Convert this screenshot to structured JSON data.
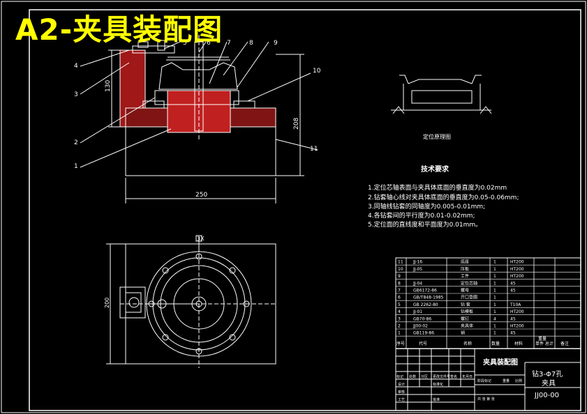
{
  "overlay_title": "A2-夹具装配图",
  "colors": {
    "background": "#000000",
    "line": "#ffffff",
    "hatch": "#ff3030",
    "overlay": "#ffff00"
  },
  "front_view": {
    "part_numbers": [
      "1",
      "2",
      "3",
      "4",
      "5",
      "6",
      "7",
      "8",
      "9",
      "10",
      "11"
    ],
    "dims": {
      "height_small": "130",
      "height_large": "208",
      "width": "250"
    }
  },
  "top_view": {
    "dims": {
      "height": "200"
    },
    "label": "3X"
  },
  "locating_diagram": {
    "caption": "定位原理图"
  },
  "tech_requirements": {
    "title": "技术要求",
    "items": [
      "1.定位芯轴表面与夹具体底面的垂直度为0.02mm",
      "2.钻套轴心线对夹具体底面的垂直度为0.05-0.06mm;",
      "3.同轴线钻套的同轴度为0.005-0.01mm;",
      "4.各钻套间的平行度为0.01-0.02mm;",
      "5.定位面的直线度和平面度为0.01mm。"
    ]
  },
  "bom": {
    "rows": [
      {
        "no": "11",
        "code": "JJ-16",
        "name": "底座",
        "qty": "1",
        "material": "HT200",
        "note": ""
      },
      {
        "no": "10",
        "code": "JJ-05",
        "name": "压板",
        "qty": "1",
        "material": "HT200",
        "note": ""
      },
      {
        "no": "9",
        "code": "",
        "name": "工件",
        "qty": "1",
        "material": "HT200",
        "note": ""
      },
      {
        "no": "8",
        "code": "JJ-04",
        "name": "定位芯轴",
        "qty": "1",
        "material": "45",
        "note": ""
      },
      {
        "no": "7",
        "code": "GB6172-86",
        "name": "螺母",
        "qty": "1",
        "material": "45",
        "note": ""
      },
      {
        "no": "6",
        "code": "GB/T848-1985",
        "name": "开口垫圈",
        "qty": "1",
        "material": "",
        "note": ""
      },
      {
        "no": "5",
        "code": "GB 2262-80",
        "name": "钻 套",
        "qty": "1",
        "material": "T10A",
        "note": ""
      },
      {
        "no": "4",
        "code": "JJ-01",
        "name": "钻模板",
        "qty": "1",
        "material": "HT200",
        "note": ""
      },
      {
        "no": "3",
        "code": "GB70-86",
        "name": "螺钉",
        "qty": "4",
        "material": "45",
        "note": ""
      },
      {
        "no": "2",
        "code": "JJ00-02",
        "name": "夹具体",
        "qty": "1",
        "material": "HT200",
        "note": ""
      },
      {
        "no": "1",
        "code": "GB119-86",
        "name": "销",
        "qty": "1",
        "material": "45",
        "note": ""
      }
    ],
    "header": {
      "no": "序号",
      "code": "代号",
      "name": "名称",
      "qty": "数量",
      "material": "材料",
      "weight": "单件 总计",
      "weight2": "重量",
      "note": "备注"
    }
  },
  "title_block": {
    "drawing_title": "夹具装配图",
    "part_name_line1": "钻3-Φ7孔",
    "part_name_line2": "夹具",
    "drawing_no": "JJ00-00",
    "labels": [
      "标记",
      "处数",
      "分区",
      "更改文件号",
      "签名",
      "年月日",
      "设计",
      "标准化",
      "阶段标记",
      "重量",
      "比例",
      "审核",
      "工艺",
      "批准",
      "共 张 第 张"
    ]
  }
}
